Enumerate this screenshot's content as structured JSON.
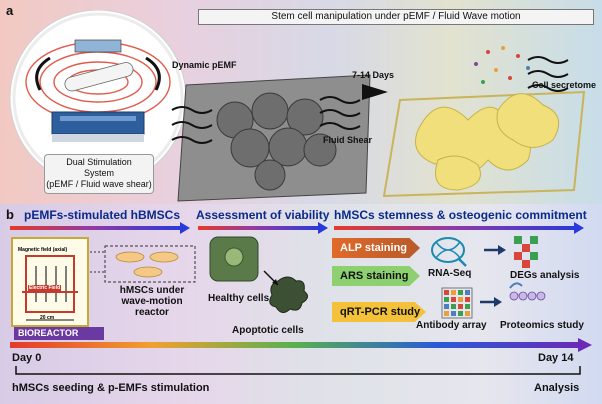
{
  "panel_a": {
    "label": "a",
    "title": "Stem cell manipulation under pEMF / Fluid Wave motion",
    "dynamic_pemf": "Dynamic pEMF",
    "days": "7-14 Days",
    "fluid_shear": "Fluid Shear",
    "cell_secretome": "Cell secretome",
    "dual_stim": [
      "Dual Stimulation",
      "System",
      "(pEMF / Fluid wave shear)"
    ]
  },
  "panel_b": {
    "label": "b",
    "header1": "pEMFs-stimulated hBMSCs",
    "header2": "Assessment of viability",
    "header3": "hMSCs stemness & osteogenic commitment",
    "magnetic_field": "Magnetic field (axial)",
    "electric_field": "Electric Field",
    "dimension": "20 cm",
    "bioreactor": "BIOREACTOR",
    "hmscs_reactor": [
      "hMSCs under",
      "wave-motion reactor"
    ],
    "healthy": "Healthy cells",
    "apoptotic": "Apoptotic cells",
    "alp": "ALP staining",
    "ars": "ARS staining",
    "qrt": "qRT-PCR study",
    "rnaseq": "RNA-Seq",
    "degs": "DEGs analysis",
    "antibody": "Antibody array",
    "proteomics": "Proteomics study",
    "day0": "Day 0",
    "day14": "Day 14",
    "seeding": "hMSCs seeding & p-EMFs stimulation",
    "analysis": "Analysis"
  }
}
